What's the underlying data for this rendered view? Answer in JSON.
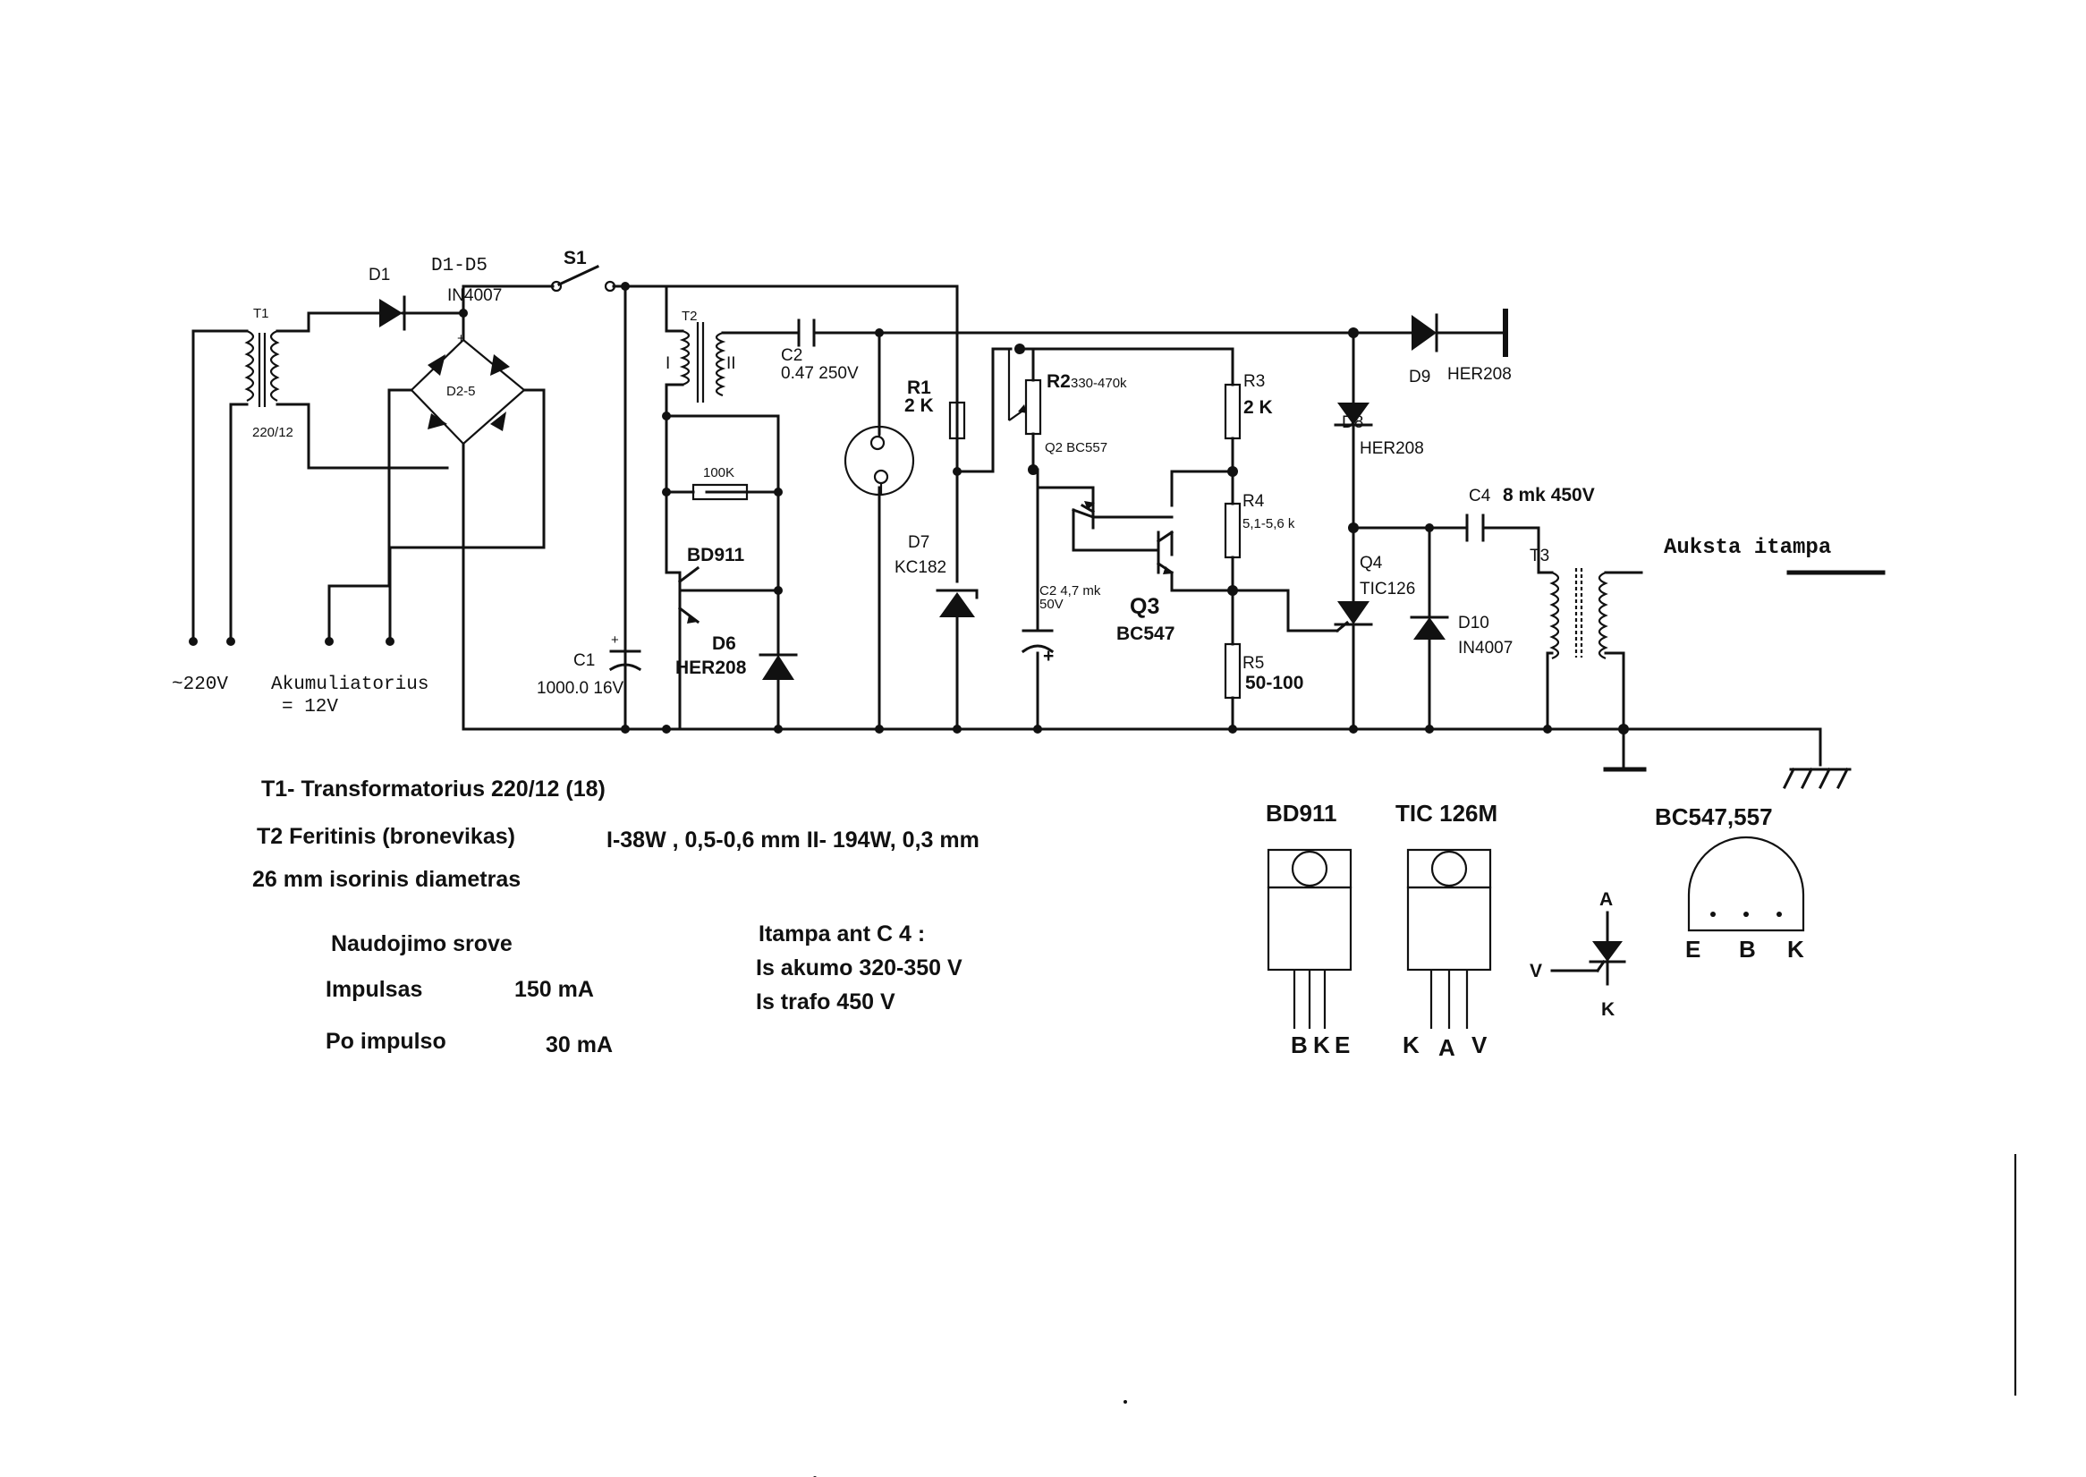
{
  "labels": {
    "t1": "T1",
    "t1_ratio": "220/12",
    "d1": "D1",
    "d1_d5": "D1-D5",
    "in4007_top": "IN4007",
    "s1": "S1",
    "d2_5": "D2-5",
    "mains": "~220V",
    "battery": "Akumuliatorius",
    "battery_v": "= 12V",
    "t2": "T2",
    "t2_w1": "I",
    "t2_w2": "II",
    "c2": "C2",
    "c2_val": "0.47  250V",
    "r_100k": "100K",
    "bd911": "BD911",
    "d6": "D6",
    "d6_type": "HER208",
    "c1": "C1",
    "c1_val": "1000.0 16V",
    "r1": "R1",
    "r1_val": "2 K",
    "d7": "D7",
    "d7_type": "KC182",
    "r2": "R2",
    "r2_val": "330-470k",
    "q2": "Q2 BC557",
    "c2b": "C2 4,7 mk",
    "c2b_v": "50V",
    "q3": "Q3",
    "q3_type": "BC547",
    "r3": "R3",
    "r3_val": "2 K",
    "r4": "R4",
    "r4_val": "5,1-5,6 k",
    "r5": "R5",
    "r5_val": "50-100",
    "d8": "D8",
    "d8_type": "HER208",
    "d9": "D9",
    "d9_type": "HER208",
    "q4": "Q4",
    "q4_type": "TIC126",
    "d10": "D10",
    "d10_type": "IN4007",
    "c4": "C4",
    "c4_val": "8 mk 450V",
    "t3": "T3",
    "hv": "Auksta itampa"
  },
  "notes": {
    "t1": "T1- Transformatorius 220/12 (18)",
    "t2": "T2 Feritinis (bronevikas)",
    "t2_windings": "I-38W , 0,5-0,6 mm   II- 194W, 0,3 mm",
    "diameter": "26 mm isorinis diametras",
    "current_title": "Naudojimo srove",
    "pulse": "Impulsas",
    "pulse_val": "150 mA",
    "after_pulse": "Po impulso",
    "after_pulse_val": "30 mA",
    "c4_title": "Itampa ant C 4 :",
    "c4_akumo": "Is akumo 320-350 V",
    "c4_trafo": "Is trafo 450 V"
  },
  "pinouts": {
    "bd911": {
      "title": "BD911",
      "pins": [
        "B",
        "K",
        "E"
      ]
    },
    "tic126m": {
      "title": "TIC 126M",
      "pins": [
        "K",
        "A",
        "V"
      ]
    },
    "thyristor": {
      "a": "A",
      "v": "V",
      "k": "K"
    },
    "bc547": {
      "title": "BC547,557",
      "pins": [
        "E",
        "B",
        "K"
      ]
    }
  }
}
